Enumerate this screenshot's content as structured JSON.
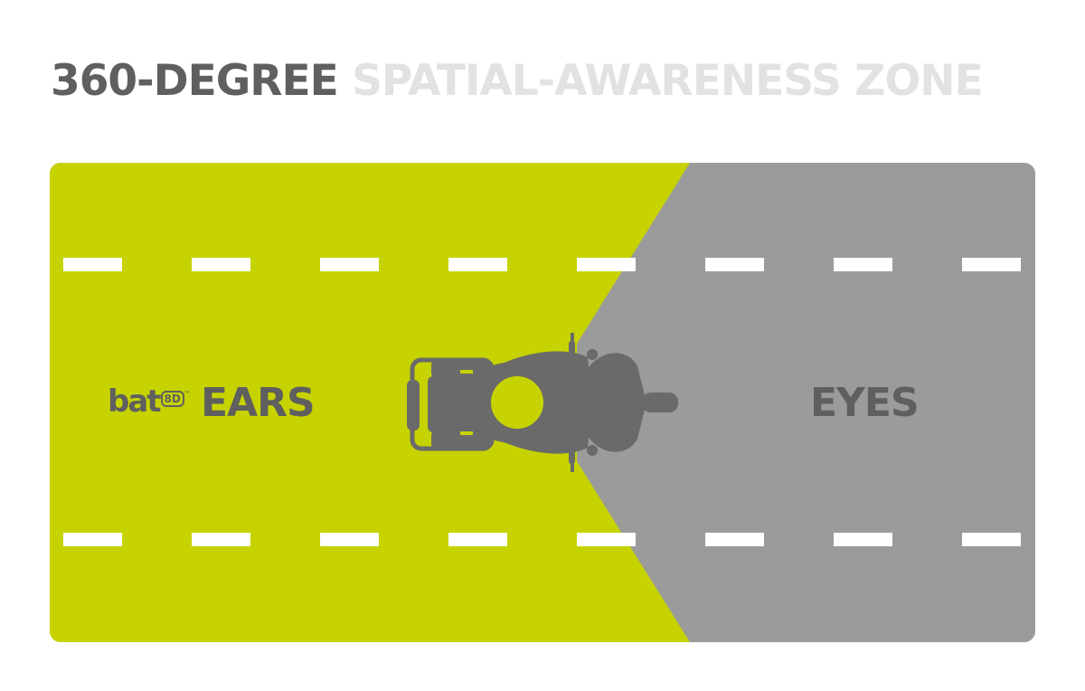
{
  "title": {
    "part1": "360-DEGREE",
    "part2": "SPATIAL-AWARENESS ZONE"
  },
  "zones": {
    "ears": {
      "label": "EARS",
      "color": "#c6d300"
    },
    "eyes": {
      "label": "EYES",
      "color": "#9b9b9b"
    }
  },
  "brand": {
    "name": "bat",
    "suffix": "8D",
    "mark": "™"
  },
  "colors": {
    "title_dark": "#5f5f5f",
    "title_light": "#e2e2e2",
    "lane_marking": "#ffffff",
    "motorcycle": "#6a6a6a"
  },
  "icons": {
    "vehicle": "motorcycle-top-view-icon"
  }
}
